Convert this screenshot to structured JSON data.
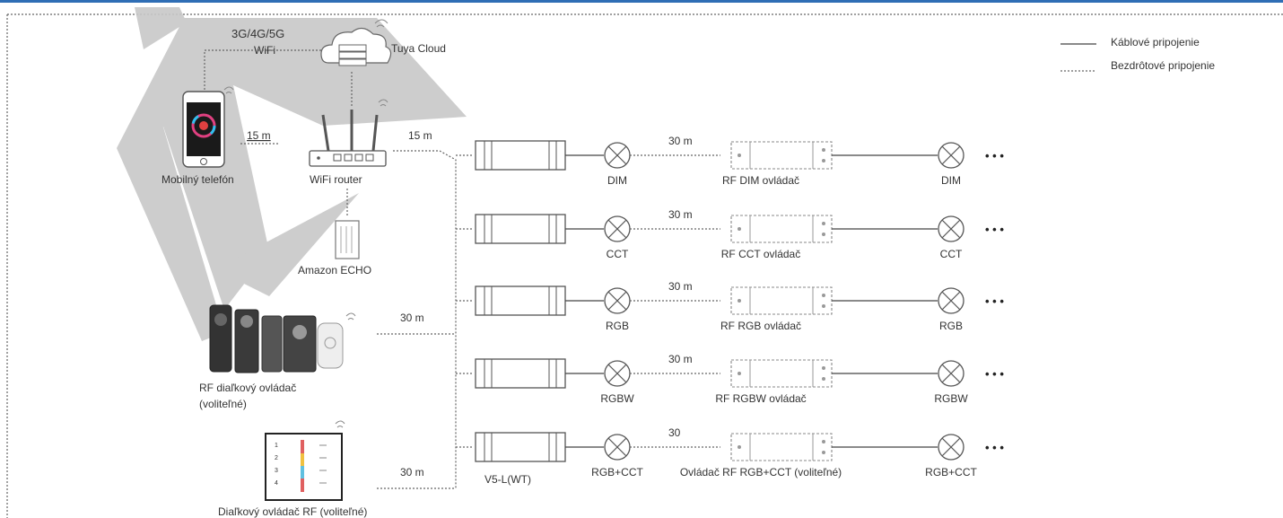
{
  "colors": {
    "accent": "#2f6eb5",
    "watermark": "#c8c8c8",
    "lines": "#444444"
  },
  "legend": {
    "wired": "Káblové pripojenie",
    "wireless": "Bezdrôtové pripojenie"
  },
  "top": {
    "network": "3G/4G/5G",
    "wifi": "WiFi",
    "cloud": "Tuya Cloud",
    "phone": "Mobilný telefón",
    "router": "WiFi router",
    "echo": "Amazon ECHO",
    "dist_phone_router": "15 m",
    "dist_router_bus": "15 m"
  },
  "remotes": {
    "rf_remote_line1": "RF diaľkový ovládač",
    "rf_remote_line2": "(voliteľné)",
    "rf_remote_dist": "30 m",
    "wall_remote": "Diaľkový ovládač RF (voliteľné)",
    "wall_remote_dist": "30 m",
    "wall_keys": [
      "1",
      "2",
      "3",
      "4"
    ]
  },
  "rows": [
    {
      "lamp1": "DIM",
      "dist": "30 m",
      "controller": "RF DIM ovládač",
      "lamp2": "DIM"
    },
    {
      "lamp1": "CCT",
      "dist": "30 m",
      "controller": "RF CCT ovládač",
      "lamp2": "CCT"
    },
    {
      "lamp1": "RGB",
      "dist": "30 m",
      "controller": "RF RGB ovládač",
      "lamp2": "RGB"
    },
    {
      "lamp1": "RGBW",
      "dist": "30 m",
      "controller": "RF RGBW ovládač",
      "lamp2": "RGBW"
    },
    {
      "lamp1": "RGB+CCT",
      "dist": "30",
      "controller": "Ovládač RF RGB+CCT (voliteľné)",
      "lamp2": "RGB+CCT"
    }
  ],
  "device_model": "V5-L(WT)",
  "ellipsis": "• • •"
}
